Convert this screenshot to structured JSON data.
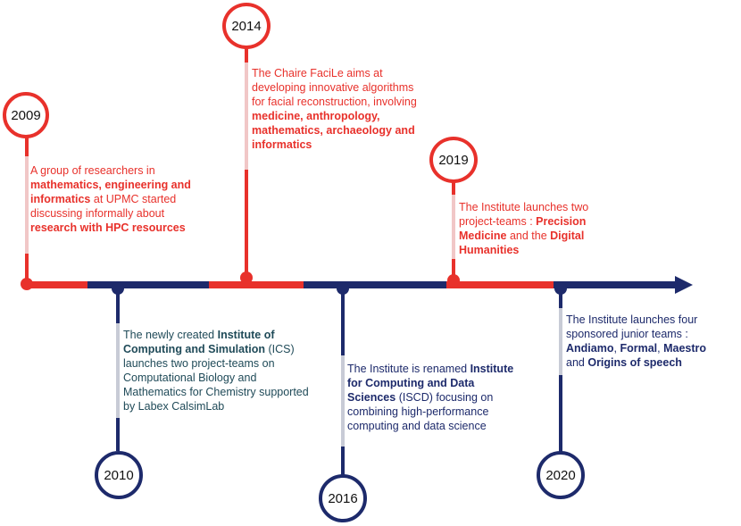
{
  "colors": {
    "red": "#e8312b",
    "navy": "#1d2a6b",
    "teal": "#1f4a58",
    "connector": "#f1c7c7",
    "connector_navy": "#c8cbd6"
  },
  "events": [
    {
      "year": "2009",
      "segments": [
        {
          "t": "A group of researchers in ",
          "b": false
        },
        {
          "t": "mathematics, engineering and informatics",
          "b": true
        },
        {
          "t": " at UPMC started discussing informally about ",
          "b": false
        },
        {
          "t": "research with HPC resources",
          "b": true
        }
      ]
    },
    {
      "year": "2010",
      "segments": [
        {
          "t": "The newly created ",
          "b": false
        },
        {
          "t": "Institute of Computing and Simulation",
          "b": true
        },
        {
          "t": " (ICS) launches two project-teams on Computational Biology and Mathematics for Chemistry supported by Labex CalsimLab",
          "b": false
        }
      ]
    },
    {
      "year": "2014",
      "segments": [
        {
          "t": "The Chaire FaciLe aims at developing innovative algorithms for facial reconstruction, involving ",
          "b": false
        },
        {
          "t": "medicine, anthropology, mathematics, archaeology and informatics",
          "b": true
        }
      ]
    },
    {
      "year": "2016",
      "segments": [
        {
          "t": "The Institute is renamed ",
          "b": false
        },
        {
          "t": "Institute for Computing and Data Sciences",
          "b": true
        },
        {
          "t": " (ISCD) focusing on combining high-performance computing and data science",
          "b": false
        }
      ]
    },
    {
      "year": "2019",
      "segments": [
        {
          "t": "The Institute launches two project-teams : ",
          "b": false
        },
        {
          "t": "Precision Medicine",
          "b": true
        },
        {
          "t": " and the ",
          "b": false
        },
        {
          "t": "Digital Humanities",
          "b": true
        }
      ]
    },
    {
      "year": "2020",
      "segments": [
        {
          "t": "The Institute launches four sponsored junior teams : ",
          "b": false
        },
        {
          "t": "Andiamo",
          "b": true
        },
        {
          "t": ", ",
          "b": false
        },
        {
          "t": "Formal",
          "b": true
        },
        {
          "t": ", ",
          "b": false
        },
        {
          "t": "Maestro",
          "b": true
        },
        {
          "t": " and ",
          "b": false
        },
        {
          "t": "Origins of speech",
          "b": true
        }
      ]
    }
  ]
}
